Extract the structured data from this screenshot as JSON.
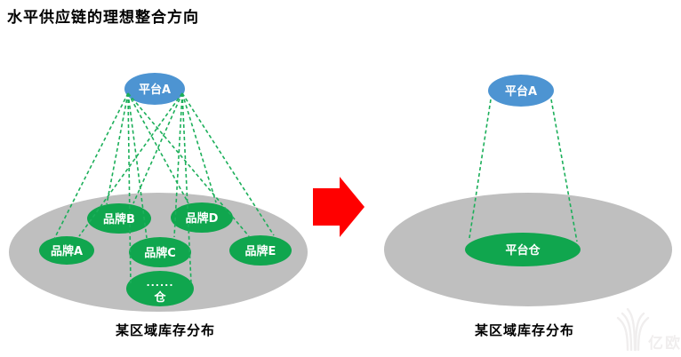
{
  "title": "水平供应链的理想整合方向",
  "left_panel": {
    "platform": "平台A",
    "brands": [
      "品牌A",
      "品牌B",
      "品牌C",
      "品牌D",
      "品牌E"
    ],
    "warehouse_dots": "......",
    "warehouse": "仓",
    "caption": "某区域库存分布"
  },
  "right_panel": {
    "platform": "平台A",
    "warehouse": "平台仓",
    "caption": "某区域库存分布"
  },
  "watermark": {
    "brand": "亿欧"
  },
  "colors": {
    "platform_blue": "#4D94D2",
    "node_green": "#10A64E",
    "region_gray": "#BFBFBF",
    "connector_green": "#1CAF5A",
    "arrow_red": "#FF0000",
    "watermark_gray": "#F0EEEE",
    "text_black": "#000000"
  }
}
